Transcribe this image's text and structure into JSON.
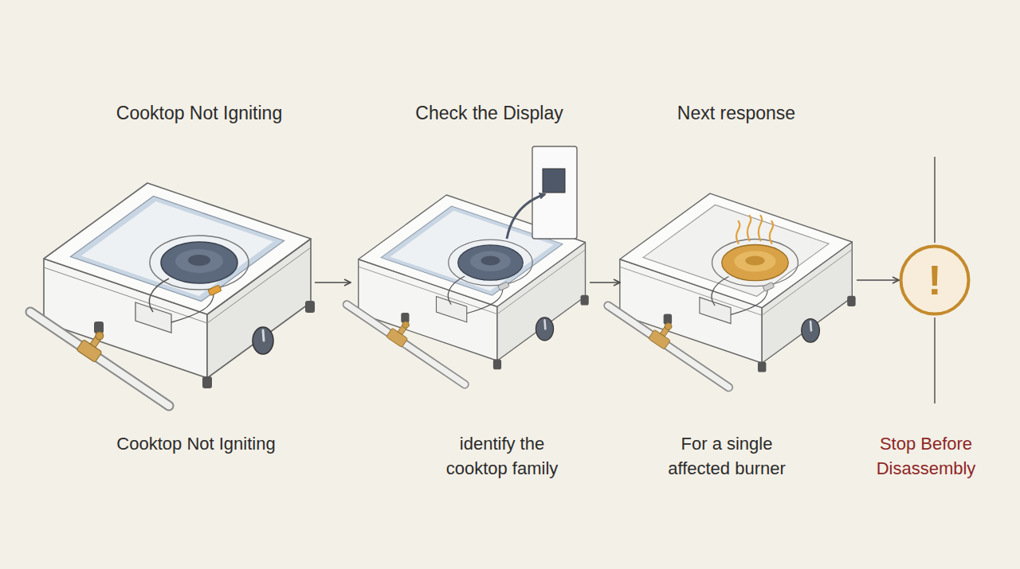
{
  "diagram": {
    "nodes": [
      {
        "text": [
          "Cooktop Not Igniting",
          "Cooktop Not Igniting"
        ]
      },
      {
        "text": [
          "Check the Display",
          "identify the cooktop family"
        ]
      },
      {
        "text": [
          "Next response",
          "For a single affected burner"
        ]
      },
      {
        "text": [
          "!",
          "Stop Before Disassembly"
        ]
      }
    ],
    "edges": [
      {
        "from": 0,
        "to": 1,
        "arrow": "to"
      },
      {
        "from": 1,
        "to": 2,
        "arrow": "to"
      },
      {
        "from": 2,
        "to": 3,
        "arrow": "to"
      }
    ]
  }
}
